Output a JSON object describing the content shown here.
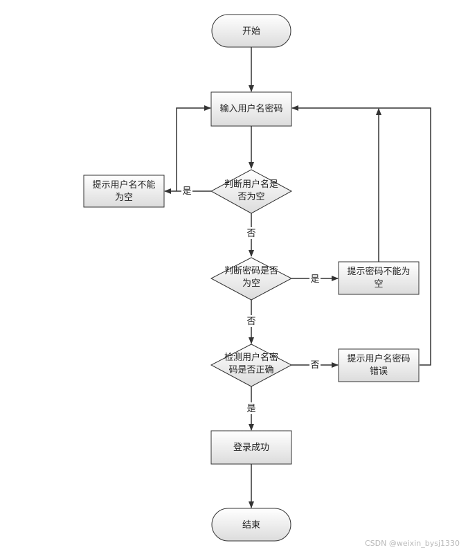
{
  "flowchart": {
    "start": "开始",
    "input": "输入用户名密码",
    "check_username": [
      "判断用户名是",
      "否为空"
    ],
    "username_empty_prompt": [
      "提示用户名不能",
      "为空"
    ],
    "check_password": [
      "判断密码是否",
      "为空"
    ],
    "password_empty_prompt": [
      "提示密码不能为",
      "空"
    ],
    "verify": [
      "检测用户名密",
      "码是否正确"
    ],
    "error_prompt": [
      "提示用户名密码",
      "错误"
    ],
    "success": "登录成功",
    "end": "结束"
  },
  "edge_labels": {
    "username_yes": "是",
    "username_no": "否",
    "password_yes": "是",
    "password_no": "否",
    "verify_no": "否",
    "verify_yes": "是"
  },
  "watermark": "CSDN @weixin_bysj1330",
  "colors": {
    "node_fill_top": "#ffffff",
    "node_fill_bottom": "#dcdcdc",
    "stroke": "#333333"
  }
}
